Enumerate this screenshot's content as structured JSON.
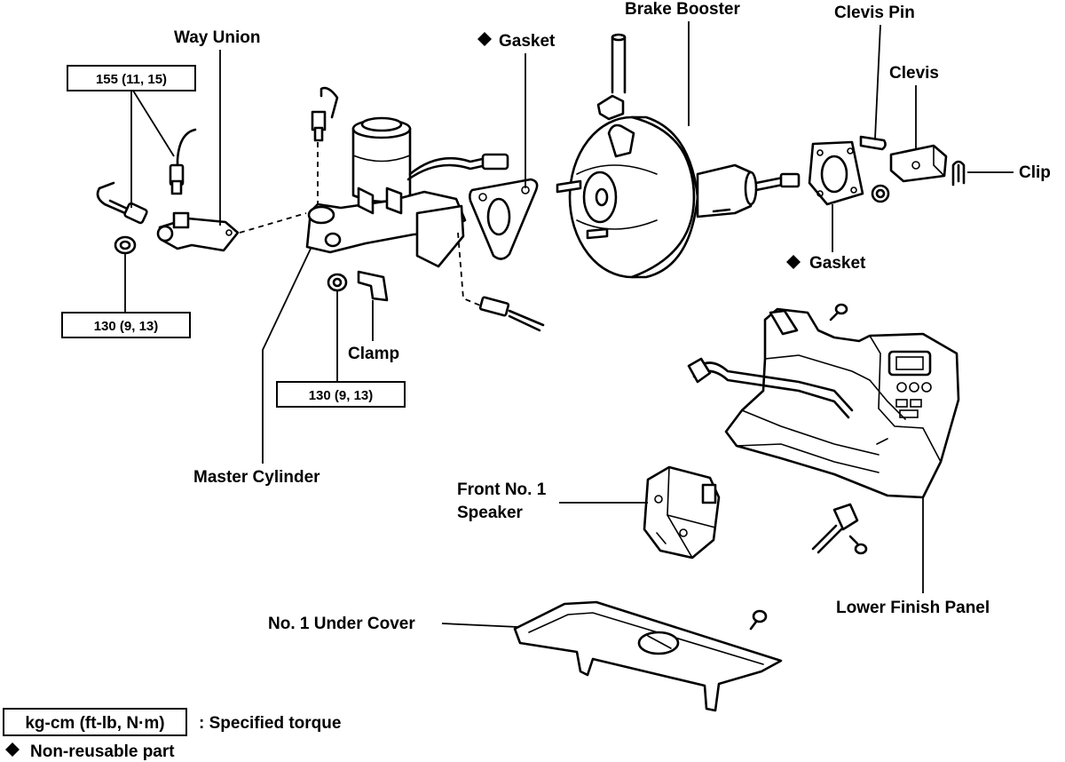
{
  "labels": {
    "way_union": "Way Union",
    "gasket_top": "Gasket",
    "brake_booster": "Brake Booster",
    "clevis_pin": "Clevis Pin",
    "clevis": "Clevis",
    "clip": "Clip",
    "gasket_right": "Gasket",
    "clamp": "Clamp",
    "master_cylinder": "Master Cylinder",
    "front_speaker_line1": "Front No. 1",
    "front_speaker_line2": "Speaker",
    "lower_finish_panel": "Lower Finish Panel",
    "under_cover": "No. 1 Under Cover"
  },
  "torque": {
    "union_bolt": "155 (11, 15)",
    "union_nut": "130 (9, 13)",
    "clamp_nut": "130 (9, 13)"
  },
  "legend": {
    "unit_box": "kg-cm (ft-lb, N·m)",
    "unit_desc": ":  Specified torque",
    "non_reusable": "Non-reusable part"
  },
  "symbols": {
    "non_reusable_marker": "diamond"
  }
}
